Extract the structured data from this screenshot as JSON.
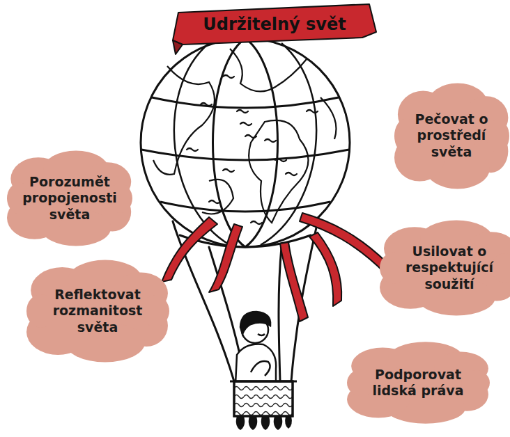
{
  "diagram": {
    "title": "Udržitelný svět",
    "nodes": [
      {
        "text": [
          "Pečovat o prostředí světa"
        ]
      },
      {
        "text": [
          "Porozumět propojenosti světa"
        ]
      },
      {
        "text": [
          "Usilovat o respektující soužití"
        ]
      },
      {
        "text": [
          "Reflektovat rozmanitost světa"
        ]
      },
      {
        "text": [
          "Podporovat lidská práva"
        ]
      }
    ]
  }
}
